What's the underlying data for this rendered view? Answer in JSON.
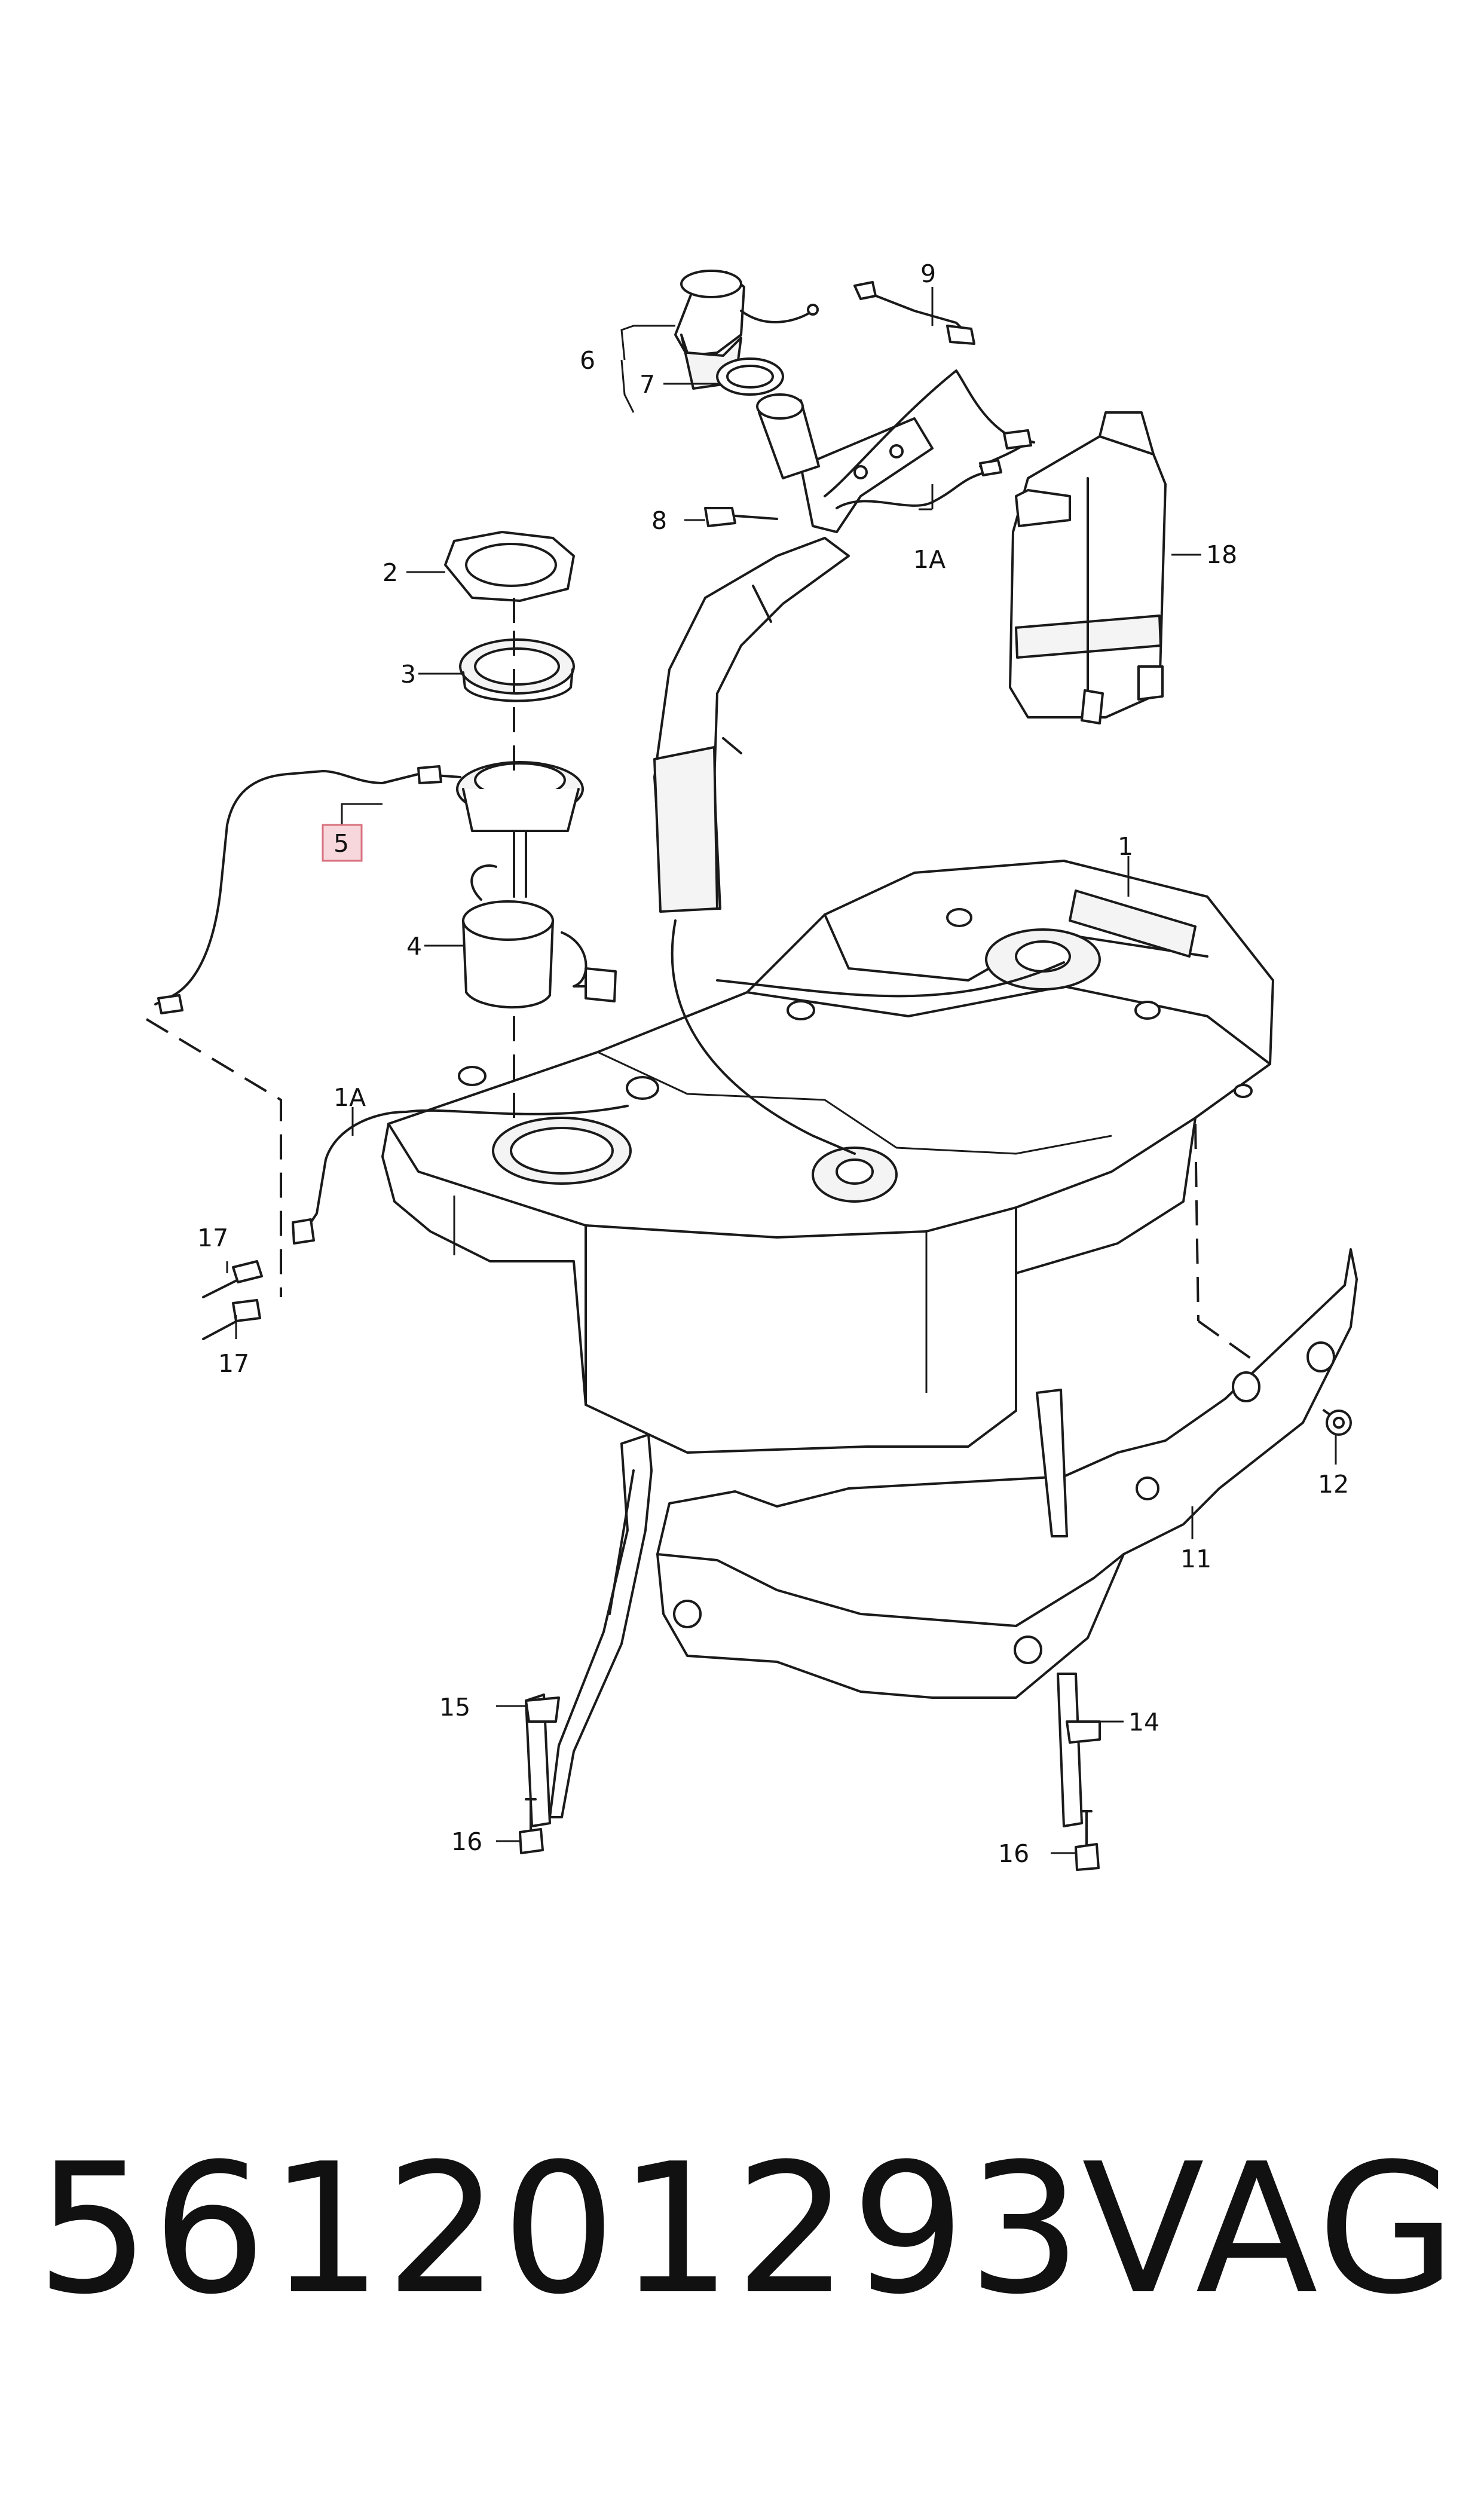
{
  "diagram": {
    "callouts": {
      "c1": "1",
      "c1a_top": "1A",
      "c1a_left": "1A",
      "c2": "2",
      "c3": "3",
      "c4": "4",
      "c5": "5",
      "c6": "6",
      "c7": "7",
      "c8": "8",
      "c9": "9",
      "c11": "11",
      "c12": "12",
      "c14": "14",
      "c15": "15",
      "c16_left": "16",
      "c16_right": "16",
      "c17_top": "17",
      "c17_bottom": "17",
      "c18": "18"
    },
    "highlighted_callout": "5",
    "highlight_color": "#f7d7db"
  },
  "footer": {
    "part_number": "561201293",
    "brand": "VAG"
  }
}
